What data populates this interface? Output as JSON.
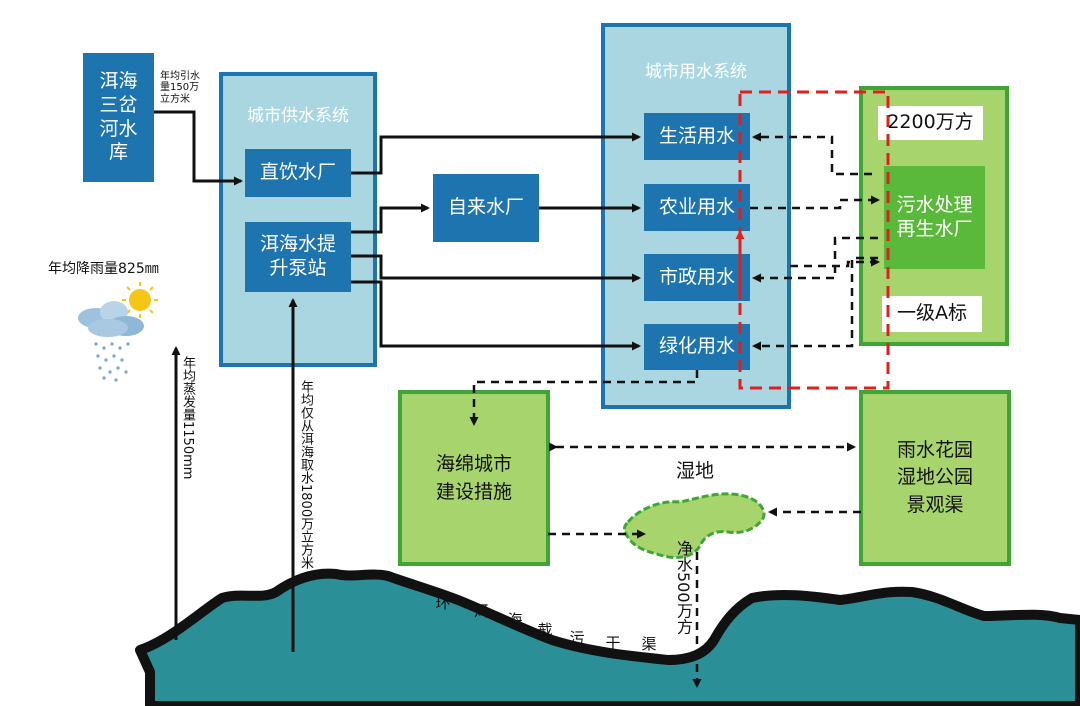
{
  "colors": {
    "box_dark_blue": "#1e74ae",
    "system_fill": "#a9d6e0",
    "system_border": "#1e74ae",
    "green_light": "#a8d46e",
    "green_border": "#3fa536",
    "green_dark": "#5ab83a",
    "sea": "#2a8f96",
    "coast": "#111111",
    "red_dashed": "#e0201e"
  },
  "nodes": {
    "reservoir": "洱海三岔河水库",
    "reservoir_lines": [
      "洱海",
      "三岔",
      "河水",
      "库"
    ],
    "city_supply_system": "城市供水系统",
    "direct_drink_plant": "直饮水厂",
    "pump_station": "洱海水提升泵站",
    "pump_station_lines": [
      "洱海水提",
      "升泵站"
    ],
    "tap_water_plant": "自来水厂",
    "city_use_system": "城市用水系统",
    "domestic_water": "生活用水",
    "agri_water": "农业用水",
    "municipal_water": "市政用水",
    "green_water": "绿化用水",
    "sewage_plant": "污水处理再生水厂",
    "sewage_plant_lines": [
      "污水处理",
      "再生水厂"
    ],
    "sewage_amount": "2200万方",
    "sewage_standard": "一级A标",
    "sponge_city": "海绵城市建设措施",
    "sponge_city_lines": [
      "海绵城市",
      "建设措施"
    ],
    "rain_garden": "雨水花园湿地公园景观渠",
    "rain_garden_lines": [
      "雨水花园",
      "湿地公园",
      "景观渠"
    ],
    "wetland": "湿地"
  },
  "annotations": {
    "diversion_lines": [
      "年均引水",
      "量150万",
      "立方米"
    ],
    "rainfall": "年均降雨量825㎜",
    "evaporation": "年均蒸发量1150mm",
    "lake_intake": "年均仅从洱海取水1800万立方米",
    "clean_water": "净水500万方",
    "interceptor_chars": [
      "环",
      "洱",
      "海",
      "截",
      "污",
      "干",
      "渠"
    ]
  },
  "icons": [
    "sun-icon",
    "rain-cloud-icon"
  ]
}
